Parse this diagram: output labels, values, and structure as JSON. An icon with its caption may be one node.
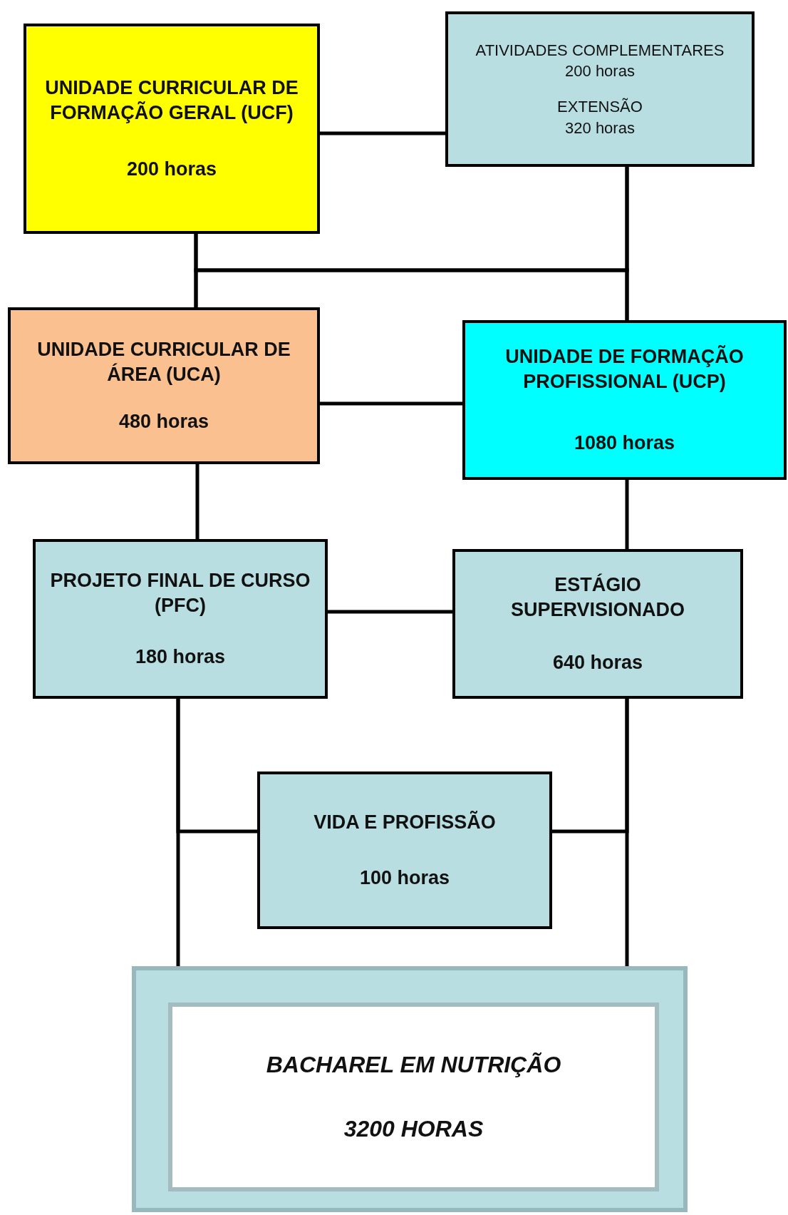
{
  "diagram": {
    "nodes": [
      {
        "text": [
          "UNIDADE CURRICULAR DE FORMAÇÃO GERAL (UCF)",
          "200 horas"
        ]
      },
      {
        "text": [
          "ATIVIDADES COMPLEMENTARES",
          "200 horas",
          "EXTENSÃO",
          "320 horas"
        ]
      },
      {
        "text": [
          "UNIDADE CURRICULAR DE ÁREA (UCA)",
          "480 horas"
        ]
      },
      {
        "text": [
          "UNIDADE DE FORMAÇÃO PROFISSIONAL (UCP)",
          "1080 horas"
        ]
      },
      {
        "text": [
          "PROJETO FINAL DE CURSO (PFC)",
          "180 horas"
        ]
      },
      {
        "text": [
          "ESTÁGIO SUPERVISIONADO",
          "640 horas"
        ]
      },
      {
        "text": [
          "VIDA E PROFISSÃO",
          "100 horas"
        ]
      },
      {
        "text": [],
        "shape": "box"
      },
      {
        "text": [
          "BACHAREL EM NUTRIÇÃO",
          "3200 HORAS"
        ],
        "in": 7
      }
    ],
    "edges": [
      {
        "from": 0,
        "to": 1,
        "arrow": "none"
      },
      {
        "from": 0,
        "to": 2,
        "arrow": "none"
      },
      {
        "from": 1,
        "to": 3,
        "arrow": "none"
      },
      {
        "from": 0,
        "to": 3,
        "arrow": "none"
      },
      {
        "from": 1,
        "to": 2,
        "arrow": "none"
      },
      {
        "from": 2,
        "to": 3,
        "arrow": "none"
      },
      {
        "from": 2,
        "to": 4,
        "arrow": "none"
      },
      {
        "from": 3,
        "to": 5,
        "arrow": "none"
      },
      {
        "from": 4,
        "to": 5,
        "arrow": "none"
      },
      {
        "from": 4,
        "to": 7,
        "arrow": "none"
      },
      {
        "from": 5,
        "to": 7,
        "arrow": "none"
      },
      {
        "from": 4,
        "to": 6,
        "arrow": "none"
      },
      {
        "from": 5,
        "to": 6,
        "arrow": "none"
      }
    ]
  }
}
